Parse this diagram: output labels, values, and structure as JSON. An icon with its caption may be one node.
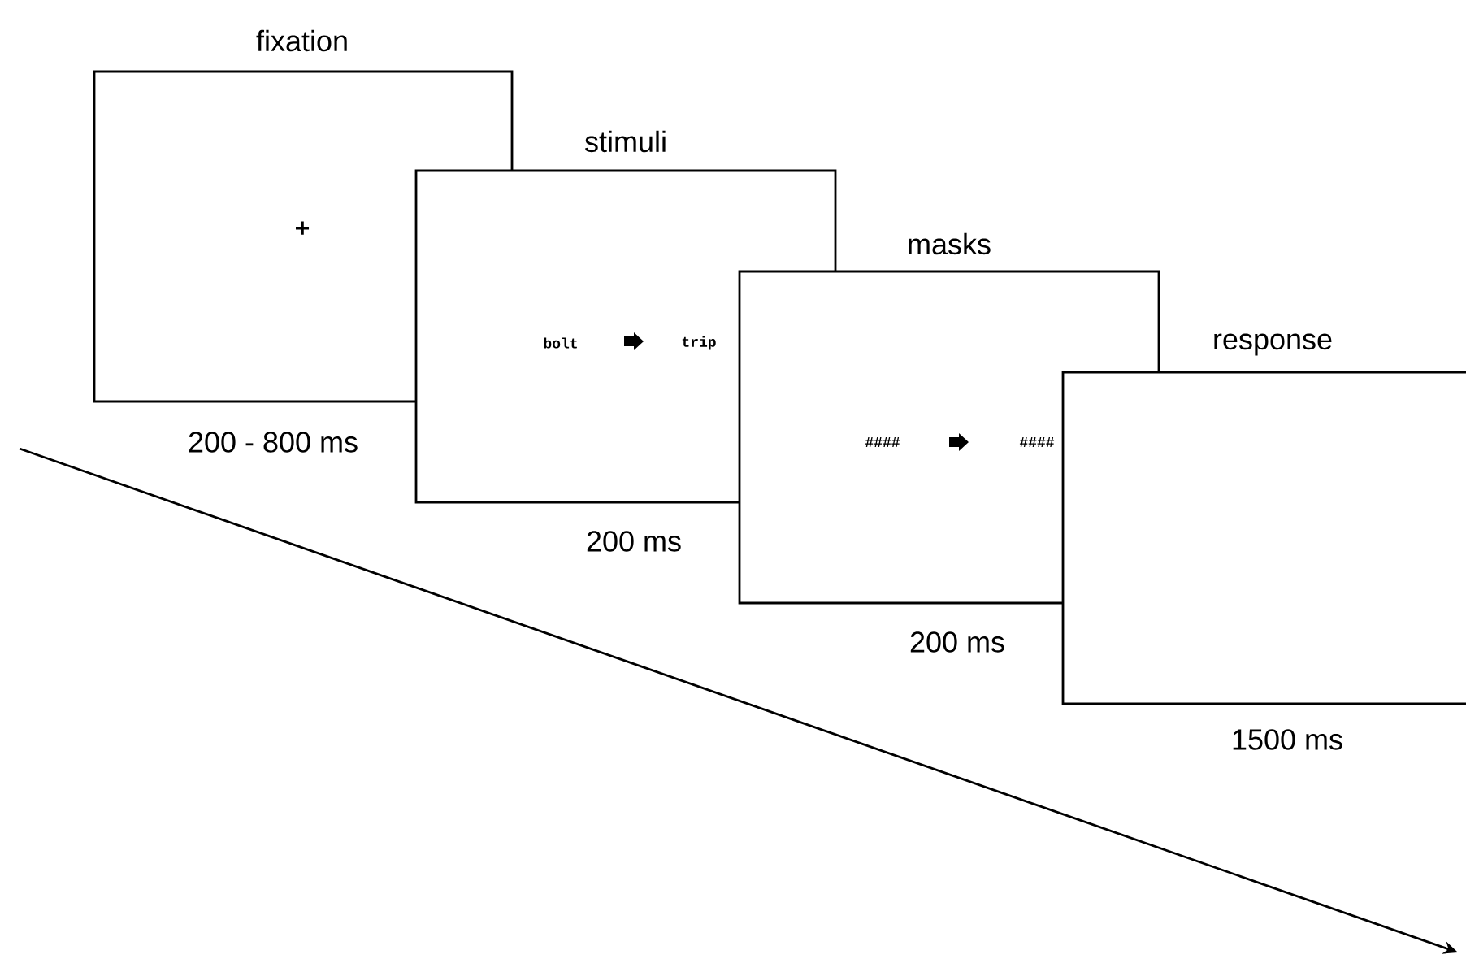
{
  "diagram": {
    "nodes": [
      {
        "text": [
          "fixation",
          "+"
        ],
        "beside": [
          "200 - 800 ms"
        ]
      },
      {
        "text": [
          "stimuli",
          "bolt",
          "trip"
        ],
        "beside": [
          "200 ms"
        ]
      },
      {
        "text": [
          "masks",
          "####",
          "####"
        ],
        "beside": [
          "200 ms"
        ]
      },
      {
        "text": [
          "response"
        ],
        "beside": [
          "1500 ms"
        ]
      }
    ]
  }
}
